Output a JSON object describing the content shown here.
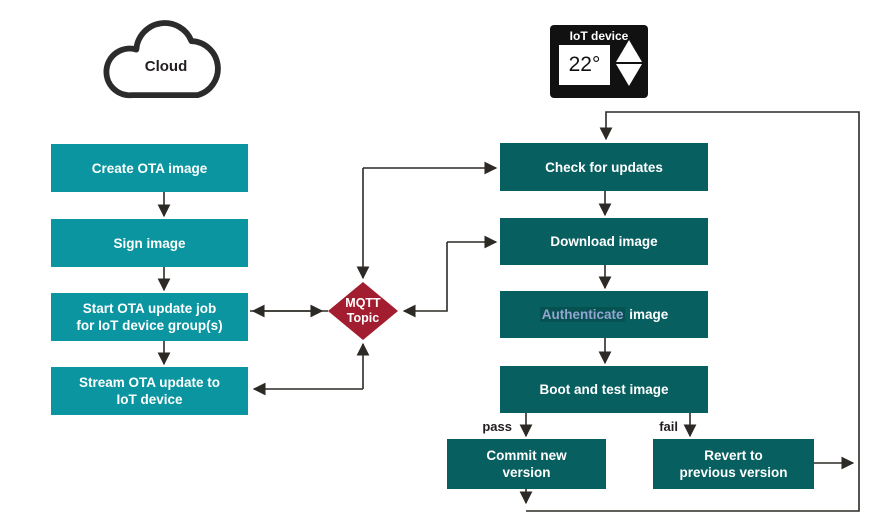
{
  "diagram": {
    "cloud_label": "Cloud",
    "iot_device": {
      "label": "IoT device",
      "display_value": "22°"
    },
    "mqtt_node_label": "MQTT\nTopic",
    "cloud_steps": [
      "Create OTA image",
      "Sign image",
      "Start OTA update job\nfor IoT device group(s)",
      "Stream OTA update to\nIoT device"
    ],
    "device_steps": {
      "check": "Check for updates",
      "download": "Download image",
      "authenticate_link": "Authenticate",
      "authenticate_rest": "image",
      "boot": "Boot and test image"
    },
    "branches": {
      "pass_label": "pass",
      "fail_label": "fail",
      "commit": "Commit new\nversion",
      "revert": "Revert to\nprevious version"
    },
    "colors": {
      "cloud_step_fill": "#0a95a0",
      "device_step_fill": "#075f60",
      "mqtt_fill": "#a31d30",
      "connector": "#2d2a26",
      "text_dark": "#231f20",
      "link_text": "#93a4ce"
    }
  }
}
